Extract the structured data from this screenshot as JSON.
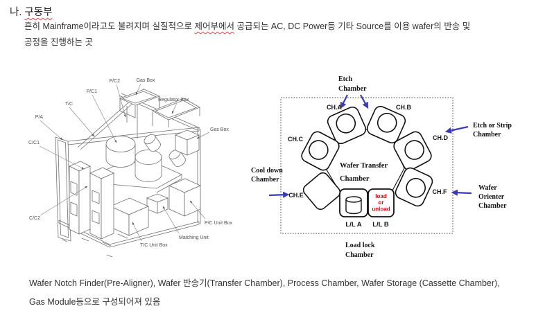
{
  "header": {
    "title_prefix": "나. ",
    "title_word": "구동부",
    "body_line1_pre": "흔히 Mainframe이라고도 불려지며 실질적으로 ",
    "body_line1_marked": "제어부에서",
    "body_line1_post": " 공급되는 AC, DC Power등 기타 Source를 이용 wafer의 반송 및",
    "body_line2": "공정을 진행하는 곳"
  },
  "machine_diagram": {
    "labels": [
      "P/C2",
      "Gas Box",
      "P/C1",
      "Regulator Box",
      "T/C",
      "Gas Box",
      "P/A",
      "C/C1",
      "C/C2",
      "P/C Unit Box",
      "Matching Unit",
      "T/C Unit Box"
    ]
  },
  "chamber_diagram": {
    "chambers": [
      "CH.A",
      "CH.B",
      "CH.C",
      "CH.D",
      "CH.E",
      "CH.F"
    ],
    "center": {
      "line1": "Wafer Transfer",
      "line2": "Chamber"
    },
    "load_unload": {
      "line1": "load",
      "line2": "or",
      "line3": "unload"
    },
    "loadlocks": {
      "a": "L/L A",
      "b": "L/L B"
    },
    "annotations": {
      "etch": {
        "line1": "Etch",
        "line2": "Chamber"
      },
      "etch_strip": {
        "line1": "Etch or Strip",
        "line2": "Chamber"
      },
      "cool_down": {
        "line1": "Cool down",
        "line2": "Chamber"
      },
      "orienter": {
        "line1": "Wafer",
        "line2": "Orienter",
        "line3": "Chamber"
      },
      "load_lock": {
        "line1": "Load lock",
        "line2": "Chamber"
      }
    },
    "colors": {
      "arrow": "#3a3ab8",
      "alert": "#e8000d"
    }
  },
  "footer": {
    "line1": "Wafer Notch Finder(Pre-Aligner),  Wafer 반송기(Transfer Chamber), Process Chamber, Wafer Storage (Cassette Chamber),",
    "line2": "Gas Module등으로 구성되어져 있음"
  }
}
